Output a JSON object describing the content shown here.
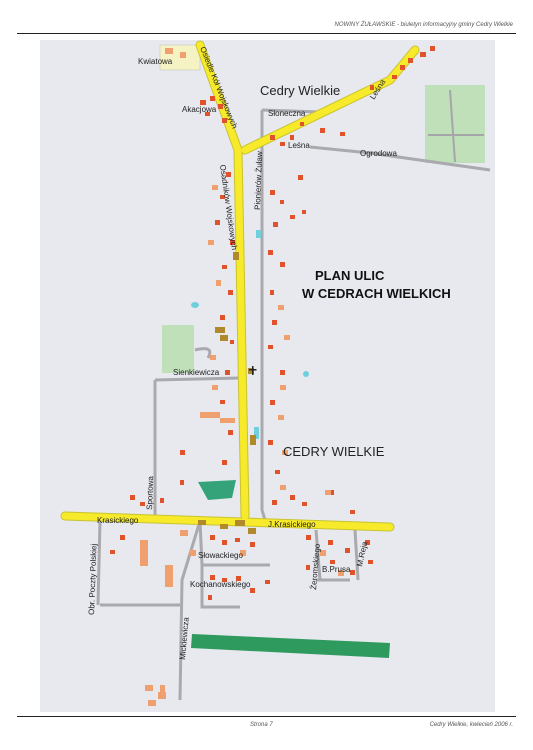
{
  "header": {
    "text": "NOWINY ŻUŁAWSKIE - biuletyn informacyjny gminy Cedry Wielkie"
  },
  "footer": {
    "page": "Strona 7",
    "date": "Cedry Wielkie, kwiecień 2006 r."
  },
  "map": {
    "title_line1": "PLAN  ULIC",
    "title_line2": "W CEDRACH WIELKICH",
    "place_top": "Cedry Wielkie",
    "place_center": "CEDRY WIELKIE",
    "streets": {
      "kwiatowa": "Kwiatowa",
      "osiedle_wojskowych": "Osiedle Kół Wojskowych",
      "akacjowa": "Akacjowa",
      "sloneczna": "Słoneczna",
      "lesna_1": "Leśna",
      "lesna_2": "Leśna",
      "ogrodowa": "Ogrodowa",
      "osadnikow": "Osadników Wojskowych",
      "pionierow": "Pionierów Żuław",
      "sienkiewicza": "Sienkiewicza",
      "sportowa": "Sportowa",
      "krasickiego": "Krasickiego",
      "j_krasickiego": "J.Krasickiego",
      "obr_poczty": "Obr. Poczty Polskiej",
      "slowackiego": "Słowackiego",
      "kochanowskiego": "Kochanowskiego",
      "mickiewicza": "Mickiewicza",
      "zeromskiego": "Żeromskiego",
      "b_prusa": "B.Prusa",
      "m_reja": "M.Reja"
    },
    "colors": {
      "main_road": "#f6ea2a",
      "road_edge": "#c9c330",
      "minor_road": "#a9a9ae",
      "building_red": "#e0522a",
      "building_orange": "#f0a06e",
      "building_brown": "#b08a2a",
      "water": "#6fcfdc",
      "park": "#bfe0b8",
      "park_green": "#2e9a5e",
      "map_bg": "#e7e9ef"
    }
  }
}
